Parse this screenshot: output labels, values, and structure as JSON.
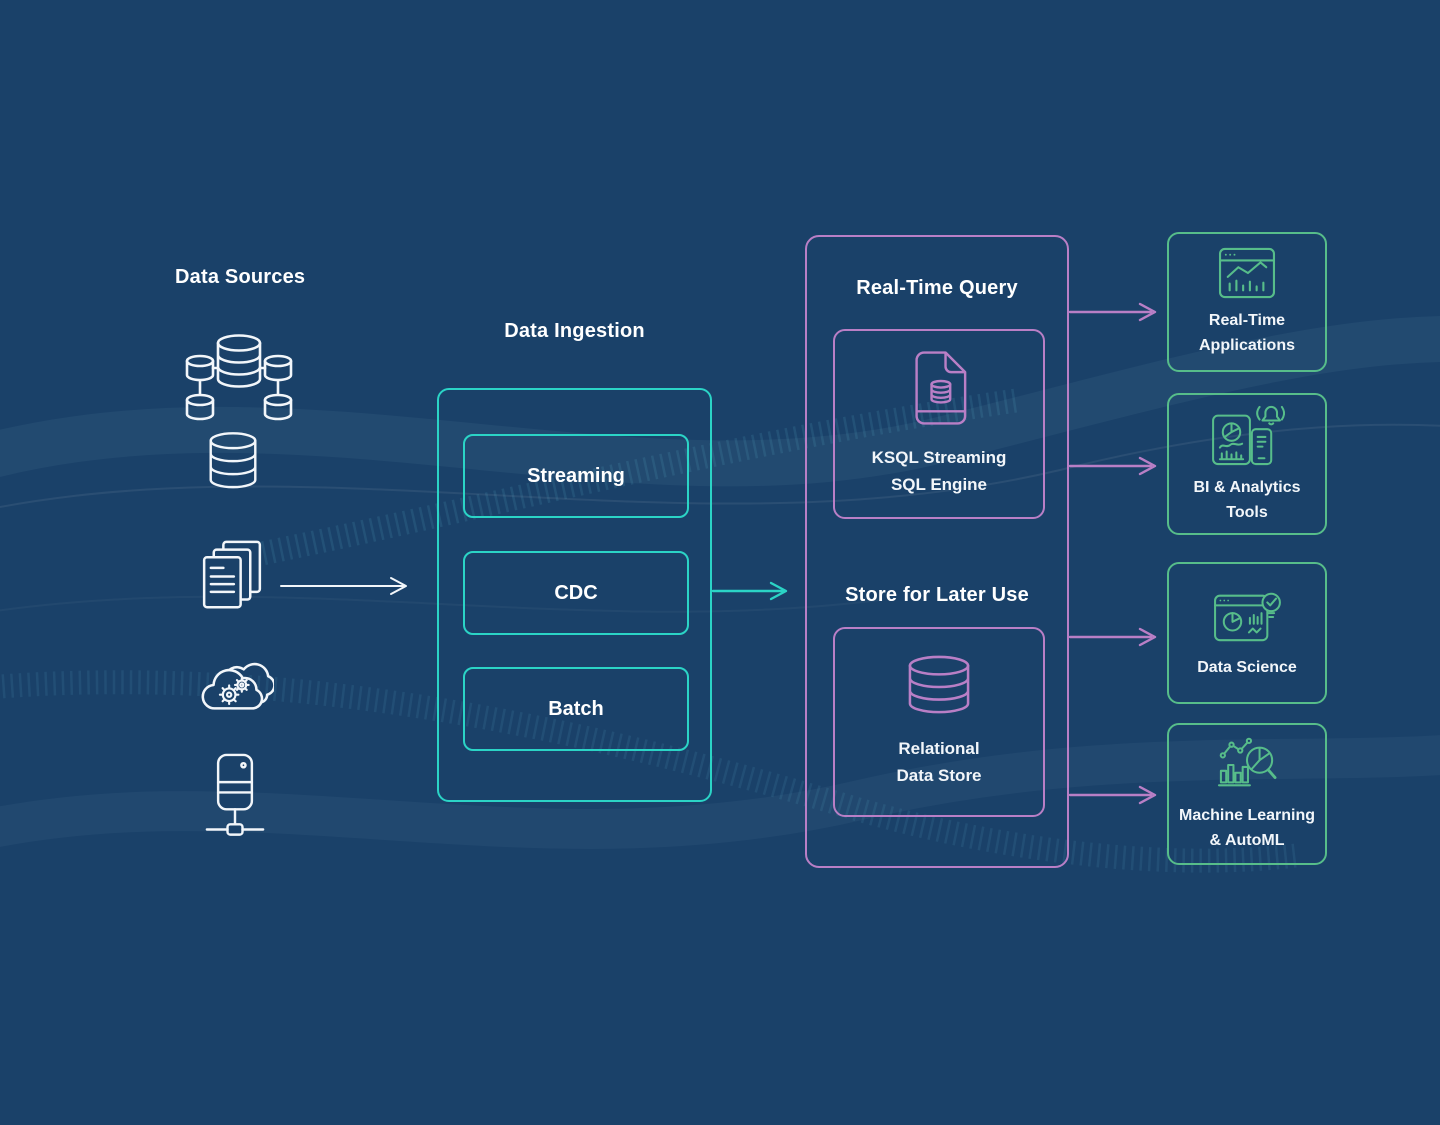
{
  "colors": {
    "background": "#1a4169",
    "teal": "#2bd4c6",
    "purple": "#b97fc6",
    "green": "#57bd8a",
    "text": "#ffffff"
  },
  "data_sources": {
    "title": "Data Sources",
    "icons": [
      "database-cluster",
      "database",
      "documents",
      "cloud-services",
      "server"
    ]
  },
  "ingestion": {
    "title": "Data Ingestion",
    "stages": [
      "Streaming",
      "CDC",
      "Batch"
    ]
  },
  "platform": {
    "realtime_query": {
      "title": "Real-Time Query",
      "card": {
        "line1": "KSQL Streaming",
        "line2": "SQL Engine",
        "icon": "sql-document"
      }
    },
    "store": {
      "title": "Store for Later Use",
      "card": {
        "line1": "Relational",
        "line2": "Data Store",
        "icon": "database-cylinder"
      }
    }
  },
  "outputs": [
    {
      "line1": "Real-Time",
      "line2": "Applications",
      "icon": "app-dashboard"
    },
    {
      "line1": "BI & Analytics",
      "line2": "Tools",
      "icon": "bi-devices"
    },
    {
      "line1": "Data Science",
      "line2": "",
      "icon": "science-window"
    },
    {
      "line1": "Machine Learning",
      "line2": "& AutoML",
      "icon": "ml-magnifier"
    }
  ]
}
